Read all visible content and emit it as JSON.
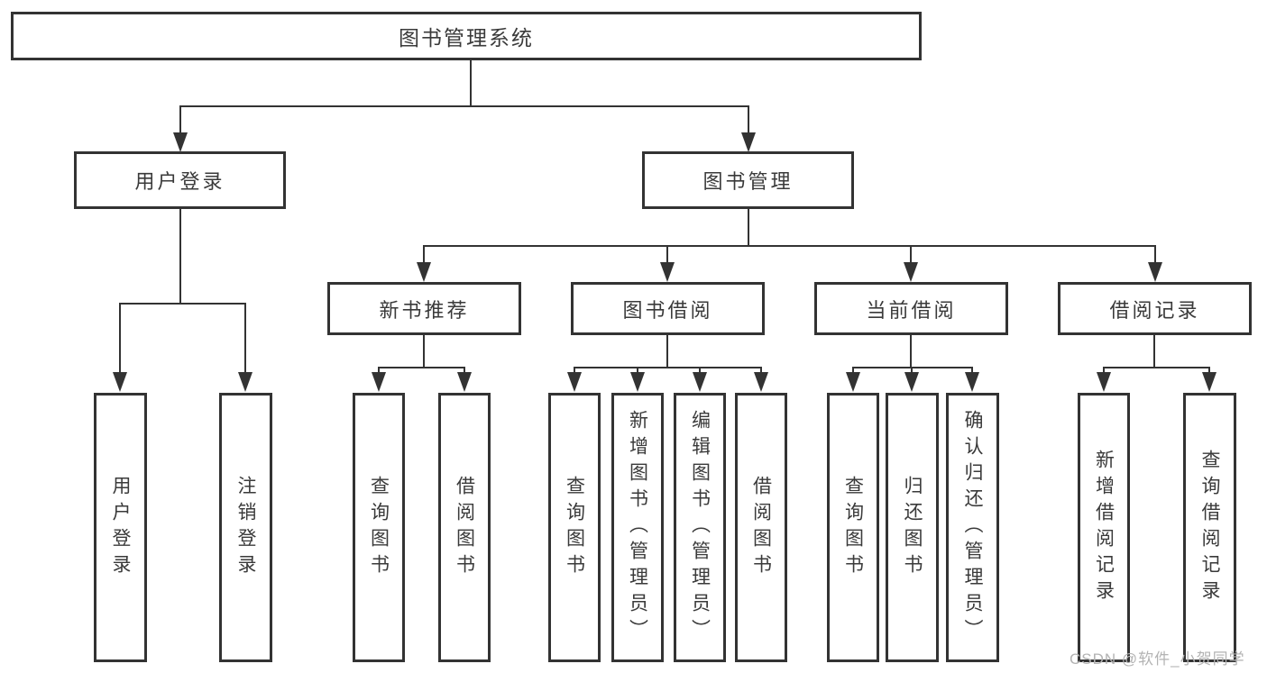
{
  "colors": {
    "background": "#ffffff",
    "line": "#333333",
    "box_bg": "#ffffff",
    "box_border": "#333333",
    "text": "#3a3a3a",
    "watermark": "#b3b3b3"
  },
  "tree": {
    "root": {
      "label": "图书管理系统"
    },
    "branches": [
      {
        "label": "用户登录",
        "children": [
          {
            "label": "用户登录"
          },
          {
            "label": "注销登录"
          }
        ]
      },
      {
        "label": "图书管理",
        "children": [
          {
            "label": "新书推荐",
            "children": [
              {
                "label": "查询图书"
              },
              {
                "label": "借阅图书"
              }
            ]
          },
          {
            "label": "图书借阅",
            "children": [
              {
                "label": "查询图书"
              },
              {
                "label": "新增图书（管理员）"
              },
              {
                "label": "编辑图书（管理员）"
              },
              {
                "label": "借阅图书"
              }
            ]
          },
          {
            "label": "当前借阅",
            "children": [
              {
                "label": "查询图书"
              },
              {
                "label": "归还图书"
              },
              {
                "label": "确认归还（管理员）"
              }
            ]
          },
          {
            "label": "借阅记录",
            "children": [
              {
                "label": "新增借阅记录"
              },
              {
                "label": "查询借阅记录"
              }
            ]
          }
        ]
      }
    ]
  },
  "watermark": {
    "text": "CSDN @软件_小贺同学"
  }
}
